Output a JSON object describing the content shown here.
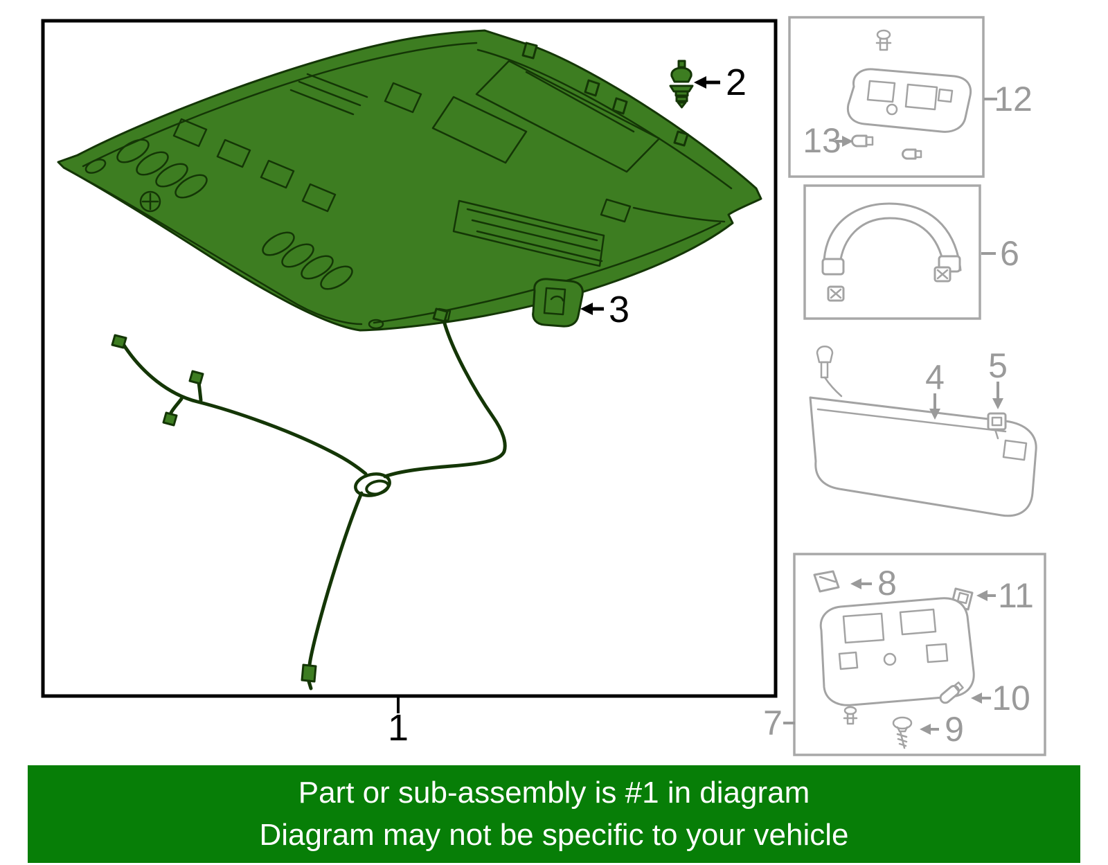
{
  "banner": {
    "line1": "Part or sub-assembly is #1 in diagram",
    "line2": "Diagram may not be specific to your vehicle"
  },
  "part_labels": {
    "1": "1",
    "2": "2",
    "3": "3",
    "4": "4",
    "5": "5",
    "6": "6",
    "7": "7",
    "8": "8",
    "9": "9",
    "10": "10",
    "11": "11",
    "12": "12",
    "13": "13"
  },
  "colors": {
    "highlight_fill": "#3d7d21",
    "highlight_stroke": "#143606",
    "banner_green": "#077e07",
    "banner_text": "#ffffff",
    "gray_part": "#a3a3a3",
    "gray_label": "#9a9a9a",
    "panel_border": "#a8a8a8",
    "main_border": "#000000"
  }
}
